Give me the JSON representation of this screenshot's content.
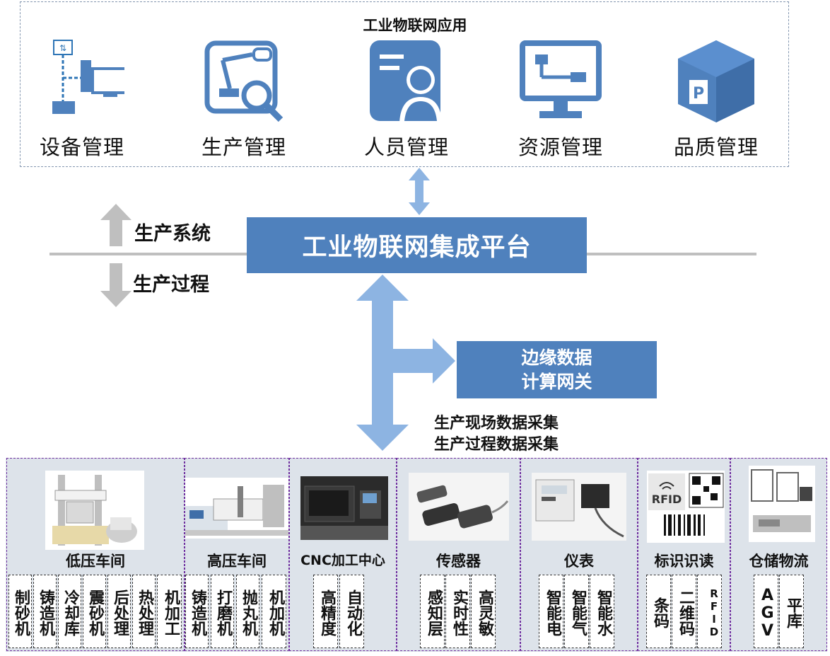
{
  "top": {
    "title": "工业物联网应用",
    "apps": [
      {
        "label": "设备管理",
        "icon": "device-network-icon"
      },
      {
        "label": "生产管理",
        "icon": "robot-arm-search-icon"
      },
      {
        "label": "人员管理",
        "icon": "person-document-icon"
      },
      {
        "label": "资源管理",
        "icon": "monitor-flow-icon"
      },
      {
        "label": "品质管理",
        "icon": "quality-box-icon"
      }
    ]
  },
  "middle": {
    "platform": "工业物联网集成平台",
    "up_label": "生产系统",
    "down_label": "生产过程",
    "edge_line1": "边缘数据",
    "edge_line2": "计算网关",
    "collect1": "生产现场数据采集",
    "collect2": "生产过程数据采集"
  },
  "bottom": {
    "categories": [
      {
        "title": "低压车间",
        "items": [
          "制砂机",
          "铸造机",
          "冷却库",
          "震砂机",
          "后处理",
          "热处理",
          "机加工"
        ]
      },
      {
        "title": "高压车间",
        "items": [
          "铸造机",
          "打磨机",
          "抛丸机",
          "机加机"
        ]
      },
      {
        "title": "CNC加工中心",
        "items": [
          "高精度",
          "自动化"
        ]
      },
      {
        "title": "传感器",
        "items": [
          "感知层",
          "实时性",
          "高灵敏"
        ]
      },
      {
        "title": "仪表",
        "items": [
          "智能电",
          "智能气",
          "智能水"
        ]
      },
      {
        "title": "标识识读",
        "items": [
          "条码",
          "二维码",
          "RFID"
        ],
        "rfid_logo": "RFID"
      },
      {
        "title": "仓储物流",
        "items": [
          "AGV",
          "平库"
        ]
      }
    ]
  },
  "colors": {
    "accent": "#4f81bd",
    "arrow": "#8db4e2",
    "border_purple": "#7030a0"
  }
}
